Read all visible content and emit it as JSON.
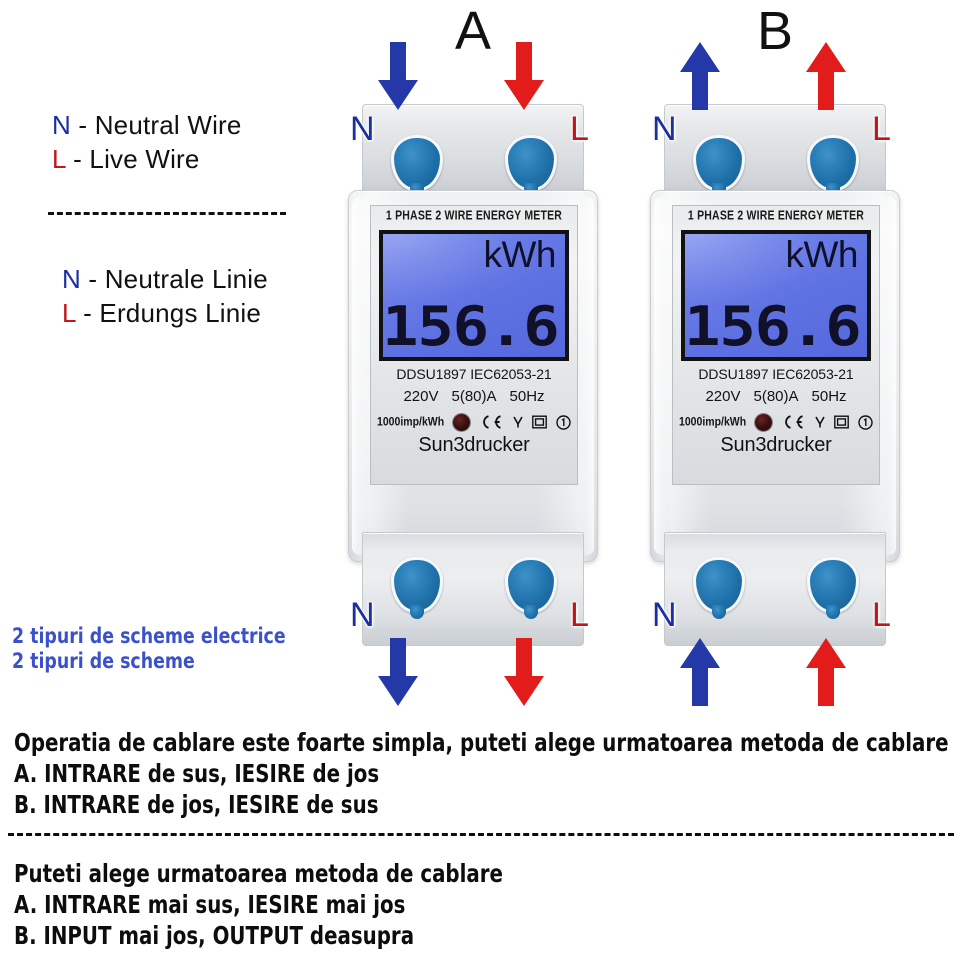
{
  "legend": {
    "group1": [
      {
        "symbol": "N",
        "symbol_color": "#1a2fa0",
        "text": " - Neutral Wire"
      },
      {
        "symbol": "L",
        "symbol_color": "#c0161b",
        "text": " - Live Wire"
      }
    ],
    "divider": "dashed-rule",
    "group2": [
      {
        "symbol": "N",
        "symbol_color": "#1a2fa0",
        "text": " - Neutrale Linie"
      },
      {
        "symbol": "L",
        "symbol_color": "#c0161b",
        "text": " - Erdungs Linie"
      }
    ]
  },
  "diagrams": [
    {
      "id": "A",
      "label": "A",
      "top_arrow_direction": "down",
      "bottom_arrow_direction": "down",
      "top_terminals": [
        {
          "label": "N",
          "color": "#1a2fa0"
        },
        {
          "label": "L",
          "color": "#c0161b"
        }
      ],
      "bottom_terminals": [
        {
          "label": "N",
          "color": "#1a2fa0"
        },
        {
          "label": "L",
          "color": "#c0161b"
        }
      ]
    },
    {
      "id": "B",
      "label": "B",
      "top_arrow_direction": "up",
      "bottom_arrow_direction": "up",
      "top_terminals": [
        {
          "label": "N",
          "color": "#1a2fa0"
        },
        {
          "label": "L",
          "color": "#c0161b"
        }
      ],
      "bottom_terminals": [
        {
          "label": "N",
          "color": "#1a2fa0"
        },
        {
          "label": "L",
          "color": "#c0161b"
        }
      ]
    }
  ],
  "meter": {
    "faceplate_title": "1 PHASE 2 WIRE ENERGY METER",
    "display": {
      "unit": "kWh",
      "value": "156.6",
      "backlight_color": "#5f72e2"
    },
    "model_line": "DDSU1897  IEC62053-21",
    "rating": {
      "voltage": "220V",
      "current": "5(80)A",
      "frequency": "50Hz"
    },
    "pulse_rate": "1000imp/kWh",
    "certifications": [
      "CE",
      "class-II",
      "enclosure",
      "protection-1"
    ],
    "brand": "Sun3drucker"
  },
  "promo": {
    "line1": "2 tipuri de scheme electrice",
    "line2": "2 tipuri de scheme",
    "color": "#3b51cc"
  },
  "instructions_ro": {
    "intro": "Operatia de cablare este foarte simpla, puteti alege urmatoarea metoda de cablare",
    "option_a": "A. INTRARE de sus, IESIRE de jos",
    "option_b": "B. INTRARE de jos, IESIRE de sus"
  },
  "instructions_alt": {
    "intro": "Puteti alege urmatoarea metoda de cablare",
    "option_a": "A. INTRARE mai sus, IESIRE mai jos",
    "option_b": "B. INPUT mai jos, OUTPUT deasupra"
  }
}
